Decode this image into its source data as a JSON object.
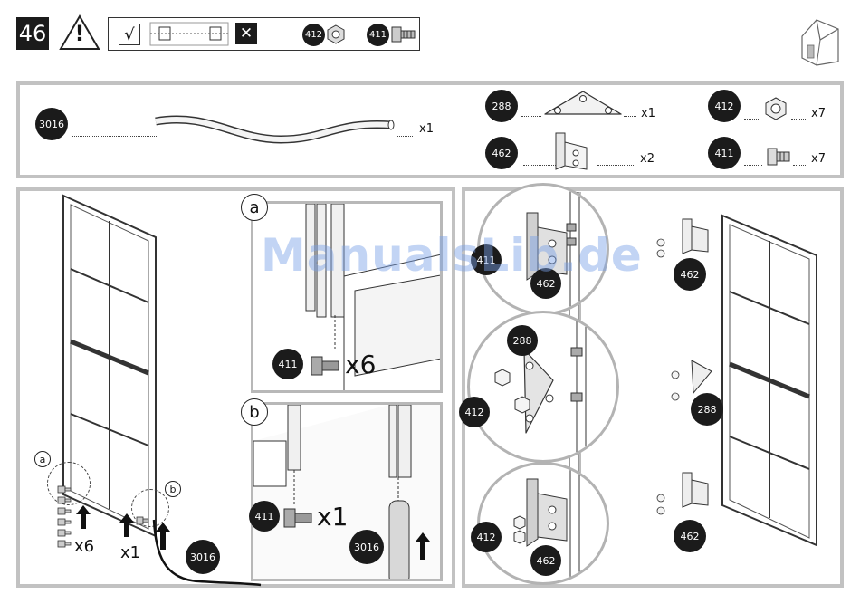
{
  "header": {
    "step_number": "46",
    "warning_symbol": "!",
    "correct_mark": "√",
    "wrong_mark": "✕",
    "hardware": [
      {
        "badge": "412",
        "icon": "nut-icon"
      },
      {
        "badge": "411",
        "icon": "bolt-icon"
      }
    ]
  },
  "parts": [
    {
      "id": "3016",
      "qty": "x1",
      "icon": "curved-rail-icon"
    },
    {
      "id": "288",
      "qty": "x1",
      "icon": "triangle-plate-icon"
    },
    {
      "id": "462",
      "qty": "x2",
      "icon": "angle-bracket-icon"
    },
    {
      "id": "412",
      "qty": "x7",
      "icon": "nut-icon"
    },
    {
      "id": "411",
      "qty": "x7",
      "icon": "bolt-icon"
    }
  ],
  "left_panel": {
    "callout_a": "a",
    "callout_b": "b",
    "qty_a": "x6",
    "qty_b": "x1",
    "rail_badge": "3016"
  },
  "inset_a": {
    "letter": "a",
    "badge": "411",
    "qty": "x6"
  },
  "inset_b": {
    "letter": "b",
    "badge": "411",
    "qty": "x1",
    "rail_badge": "3016"
  },
  "right_panel": {
    "circle_top": {
      "badge_left": "411",
      "badge_bottom": "462"
    },
    "circle_mid": {
      "badge_top": "288",
      "badge_left": "412"
    },
    "circle_bottom": {
      "badge_left": "412",
      "badge_bottom": "462"
    },
    "door_badges": [
      "462",
      "288",
      "462"
    ]
  },
  "watermark": "ManualsLib.de"
}
